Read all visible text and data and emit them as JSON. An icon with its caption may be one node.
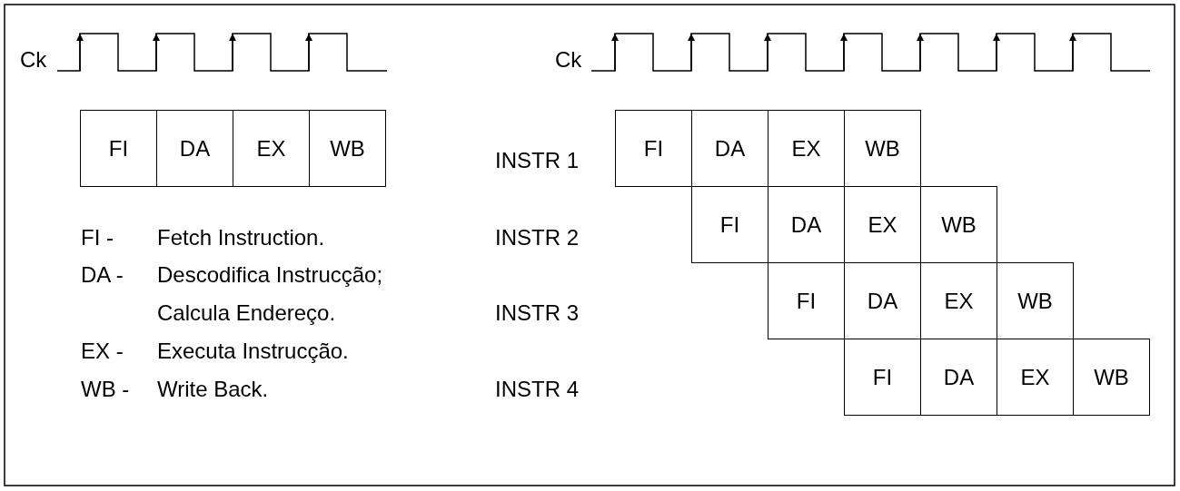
{
  "diagram": {
    "nodes": [
      {
        "text": [
          "FI"
        ]
      },
      {
        "text": [
          "DA"
        ]
      },
      {
        "text": [
          "EX"
        ]
      },
      {
        "text": [
          "WB"
        ]
      },
      {
        "text": [
          "FI"
        ]
      },
      {
        "text": [
          "DA"
        ]
      },
      {
        "text": [
          "EX"
        ]
      },
      {
        "text": [
          "WB"
        ]
      },
      {
        "text": [
          "FI"
        ]
      },
      {
        "text": [
          "DA"
        ]
      },
      {
        "text": [
          "EX"
        ]
      },
      {
        "text": [
          "WB"
        ]
      },
      {
        "text": [
          "FI"
        ]
      },
      {
        "text": [
          "DA"
        ]
      },
      {
        "text": [
          "EX"
        ]
      },
      {
        "text": [
          "WB"
        ]
      },
      {
        "text": [
          "FI"
        ]
      },
      {
        "text": [
          "DA"
        ]
      },
      {
        "text": [
          "EX"
        ]
      },
      {
        "text": [
          "WB"
        ]
      }
    ],
    "labels": [
      "Ck",
      "Ck",
      "INSTR 1",
      "FI -",
      "Fetch Instruction.",
      "INSTR 2",
      "DA -",
      "Descodifica Instrucção;",
      "Calcula Endereço.",
      "INSTR 3",
      "EX -",
      "Executa Instrucção.",
      "WB -",
      "Write Back.",
      "INSTR 4"
    ]
  }
}
